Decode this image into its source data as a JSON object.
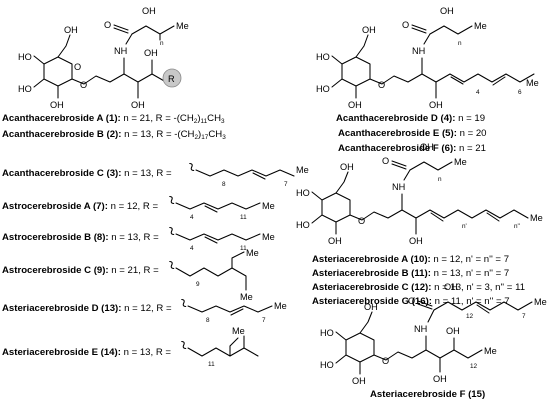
{
  "atoms": {
    "oh": "OH",
    "ho": "HO",
    "o": "O",
    "nh": "NH",
    "me": "Me",
    "r": "R",
    "n": "n",
    "n1": "n'",
    "n2": "n''"
  },
  "subscripts": {
    "n8": "8",
    "n7": "7",
    "n4": "4",
    "n11": "11",
    "n9": "9",
    "n6": "6",
    "n12": "12"
  },
  "compounds": [
    {
      "name": "Acanthacerebroside A (1):",
      "detail": " n = 21, R = -(CH",
      "tail": "2",
      "end": ")",
      "tail2": "11",
      "tail3": "CH",
      "tail4": "3"
    },
    {
      "name": "Acanthacerebroside B (2):",
      "detail": " n = 13, R = -(CH",
      "tail": "2",
      "end": ")",
      "tail2": "17",
      "tail3": "CH",
      "tail4": "3"
    },
    {
      "name": "Acanthacerebroside C (3):",
      "detail": " n = 13, R ="
    },
    {
      "name": "Astrocerebroside A (7):",
      "detail": " n = 12, R ="
    },
    {
      "name": "Astrocerebroside B (8):",
      "detail": " n = 13, R ="
    },
    {
      "name": "Astrocerebroside C (9):",
      "detail": " n = 21, R ="
    },
    {
      "name": "Asteriacerebroside D (13):",
      "detail": " n = 12, R ="
    },
    {
      "name": "Asteriacerebroside E (14):",
      "detail": " n = 13, R ="
    },
    {
      "name": "Acanthacerebroside D (4):",
      "detail": " n = 19"
    },
    {
      "name": "Acanthacerebroside E (5):",
      "detail": " n = 20"
    },
    {
      "name": "Acanthacerebroside F (6):",
      "detail": " n = 21"
    },
    {
      "name": "Asteriacerebroside A (10):",
      "detail": " n = 12, n' = n'' = 7"
    },
    {
      "name": "Asteriacerebroside B (11):",
      "detail": " n = 13, n' = n'' = 7"
    },
    {
      "name": "Asteriacerebroside C (12):",
      "detail": " n = 13, n' = 3, n'' = 11"
    },
    {
      "name": "Asteriacerebroside G (16):",
      "detail": " n = 11, n' = n'' = 7"
    },
    {
      "name": "Asteriacerebroside F (15)",
      "detail": ""
    }
  ]
}
